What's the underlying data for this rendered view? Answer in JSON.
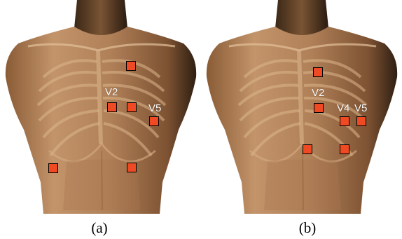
{
  "panels": [
    {
      "id": "a",
      "caption": "(a)",
      "labels": [
        "V2",
        "V5"
      ]
    },
    {
      "id": "b",
      "caption": "(b)",
      "labels": [
        "V2",
        "V4",
        "V5"
      ]
    }
  ],
  "colors": {
    "electrode_fill": "#ef4a23",
    "electrode_border": "#000000",
    "skin": "#b88658",
    "label": "#ffffff"
  }
}
